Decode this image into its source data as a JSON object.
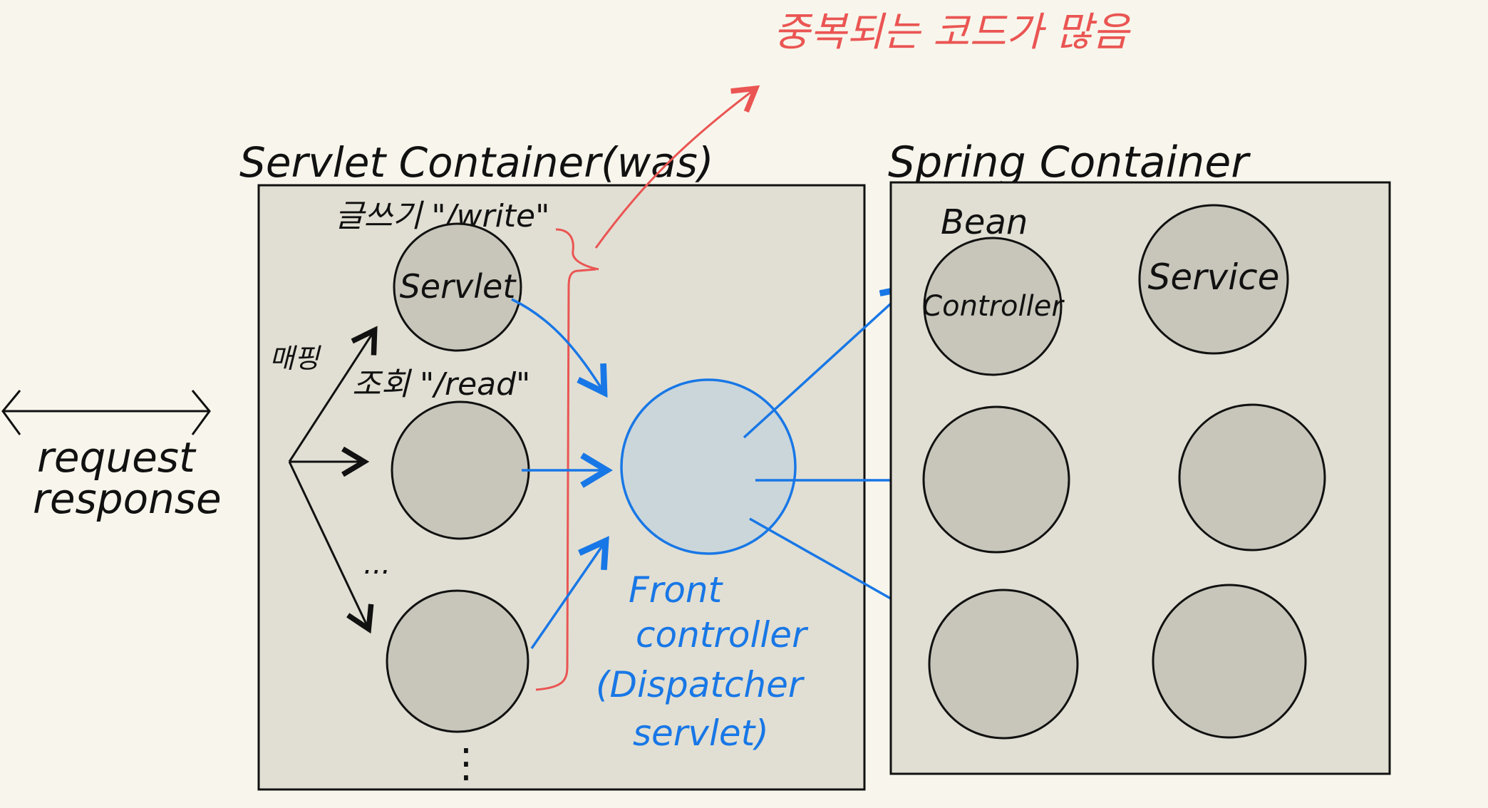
{
  "annotation": {
    "duplicate_code_note": "중복되는 코드가 많음"
  },
  "client": {
    "request_label": "request",
    "response_label": "response"
  },
  "servlet_container": {
    "title": "Servlet Container(was)",
    "mapping_label": "매핑",
    "write_label": "글쓰기 \"/write\"",
    "read_label": "조회 \"/read\"",
    "servlet_label": "Servlet",
    "ellipsis_middle": "...",
    "ellipsis_bottom": "⋮"
  },
  "front_controller": {
    "line1": "Front",
    "line2": "controller",
    "line3": "(Dispatcher",
    "line4": "servlet)"
  },
  "spring_container": {
    "title": "Spring Container",
    "bean_label": "Bean",
    "controller_label": "Controller",
    "service_label": "Service"
  },
  "colors": {
    "ink": "#111111",
    "box_fill": "#e1dfd3",
    "node_fill": "#c8c6ba",
    "front_fill": "#cbd6da",
    "blue": "#1877e6",
    "red": "#ea5553"
  }
}
